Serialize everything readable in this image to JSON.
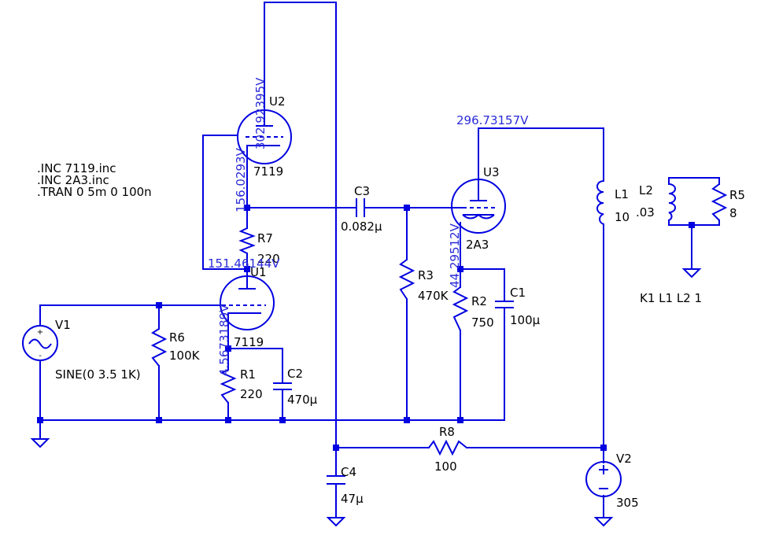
{
  "directives": [
    ".INC 7119.inc",
    ".INC 2A3.inc",
    ".TRAN 0 5m 0 100n"
  ],
  "coupling": "K1 L1 L2 1",
  "components": {
    "U1": {
      "name": "U1",
      "value": "7119"
    },
    "U2": {
      "name": "U2",
      "value": "7119"
    },
    "U3": {
      "name": "U3",
      "value": "2A3"
    },
    "R1": {
      "name": "R1",
      "value": "220"
    },
    "R2": {
      "name": "R2",
      "value": "750"
    },
    "R3": {
      "name": "R3",
      "value": "470K"
    },
    "R5": {
      "name": "R5",
      "value": "8"
    },
    "R6": {
      "name": "R6",
      "value": "100K"
    },
    "R7": {
      "name": "R7",
      "value": "220"
    },
    "R8": {
      "name": "R8",
      "value": "100"
    },
    "C1": {
      "name": "C1",
      "value": "100µ"
    },
    "C2": {
      "name": "C2",
      "value": "470µ"
    },
    "C3": {
      "name": "C3",
      "value": "0.082µ"
    },
    "C4": {
      "name": "C4",
      "value": "47µ"
    },
    "L1": {
      "name": "L1",
      "value": "10"
    },
    "L2": {
      "name": "L2",
      "value": ".03"
    },
    "V1": {
      "name": "V1",
      "value": "SINE(0 3.5 1K)"
    },
    "V2": {
      "name": "V2",
      "value": "305"
    }
  },
  "node_voltages": {
    "u2_plate": "302.92395V",
    "u3_plate": "296.73157V",
    "u2_cathode": "156.0293V",
    "u1_plate": "151.46144V",
    "u3_cathode": "44.29512V",
    "u1_cathode": "4.5673189V"
  },
  "colors": {
    "wire": "#0000e0",
    "voltage_label": "#2a2ad8",
    "text": "#000000",
    "background": "#ffffff"
  }
}
